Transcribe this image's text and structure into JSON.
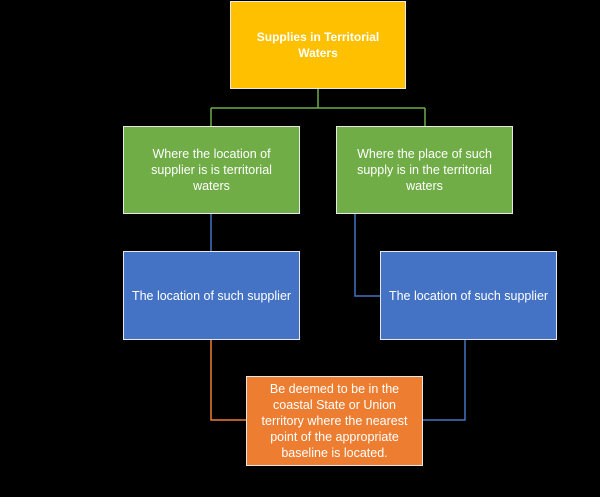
{
  "diagram": {
    "root": {
      "label": "Supplies in Territorial Waters",
      "color": "#ffc000"
    },
    "branches": [
      {
        "label": "Where the location of supplier is is territorial waters",
        "color": "#70ad47"
      },
      {
        "label": "Where the place of such supply is in the territorial waters",
        "color": "#70ad47"
      }
    ],
    "results": [
      {
        "label": "The location of such supplier",
        "color": "#4472c4"
      },
      {
        "label": "The location of such supplier",
        "color": "#4472c4"
      }
    ],
    "outcome": {
      "label": "Be deemed to be in the coastal State or Union territory where the nearest point of the appropriate baseline is located.",
      "color": "#ed7d31"
    },
    "connector_colors": {
      "root": "#70ad47",
      "blue": "#4472c4",
      "orange": "#ed7d31"
    }
  }
}
